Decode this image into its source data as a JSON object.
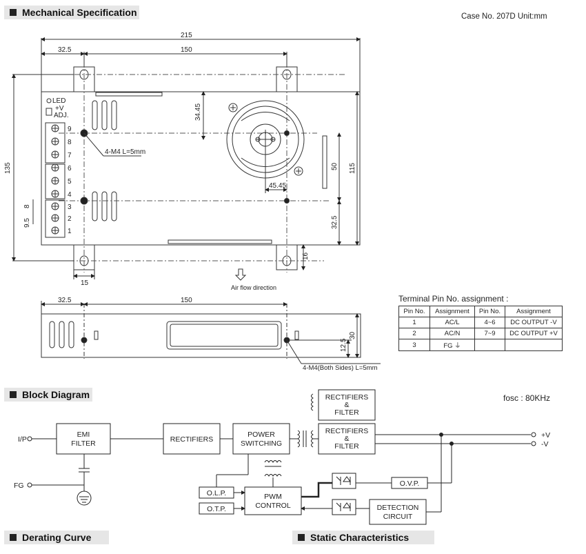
{
  "sections": {
    "mechanical": "Mechanical Specification",
    "block": "Block Diagram",
    "derating": "Derating Curve",
    "static": "Static Characteristics"
  },
  "case_info": "Case No. 207D   Unit:mm",
  "fosc": "fosc : 80KHz",
  "mech": {
    "dims": {
      "overall_width": "215",
      "offset_left": "32.5",
      "hole_spacing": "150",
      "height": "135",
      "right_height": "115",
      "fan_offset_v": "34.45",
      "fan_offset_h": "45.45",
      "hole_v": "50",
      "bottom_offset": "32.5",
      "tab": "16",
      "tab_w": "15",
      "term_gap1": "8",
      "term_gap2": "9.5"
    },
    "led": "LED",
    "adj_v": "+V",
    "adj": "ADJ.",
    "mount_note": "4-M4 L=5mm",
    "terminals": [
      "9",
      "8",
      "7",
      "6",
      "5",
      "4",
      "3",
      "2",
      "1"
    ],
    "airflow": "Air flow direction",
    "side": {
      "offset": "32.5",
      "spacing": "150",
      "h": "30",
      "h2": "12.5",
      "note": "4-M4(Both Sides) L=5mm"
    }
  },
  "pin_table": {
    "title": "Terminal Pin No. assignment :",
    "headers": [
      "Pin No.",
      "Assignment",
      "Pin No.",
      "Assignment"
    ],
    "rows": [
      [
        "1",
        "AC/L",
        "4~6",
        "DC OUTPUT -V"
      ],
      [
        "2",
        "AC/N",
        "7~9",
        "DC OUTPUT +V"
      ],
      [
        "3",
        "FG ⏚",
        "",
        ""
      ]
    ]
  },
  "block_diagram": {
    "ip": "I/P",
    "fg": "FG",
    "emi": [
      "EMI",
      "FILTER"
    ],
    "rectifiers": "RECTIFIERS",
    "power": [
      "POWER",
      "SWITCHING"
    ],
    "rect_filter_top": [
      "RECTIFIERS",
      "&",
      "FILTER"
    ],
    "rect_filter": [
      "RECTIFIERS",
      "&",
      "FILTER"
    ],
    "olp": "O.L.P.",
    "otp": "O.T.P.",
    "pwm": [
      "PWM",
      "CONTROL"
    ],
    "ovp": "O.V.P.",
    "detection": [
      "DETECTION",
      "CIRCUIT"
    ],
    "vplus": "+V",
    "vminus": "-V"
  }
}
